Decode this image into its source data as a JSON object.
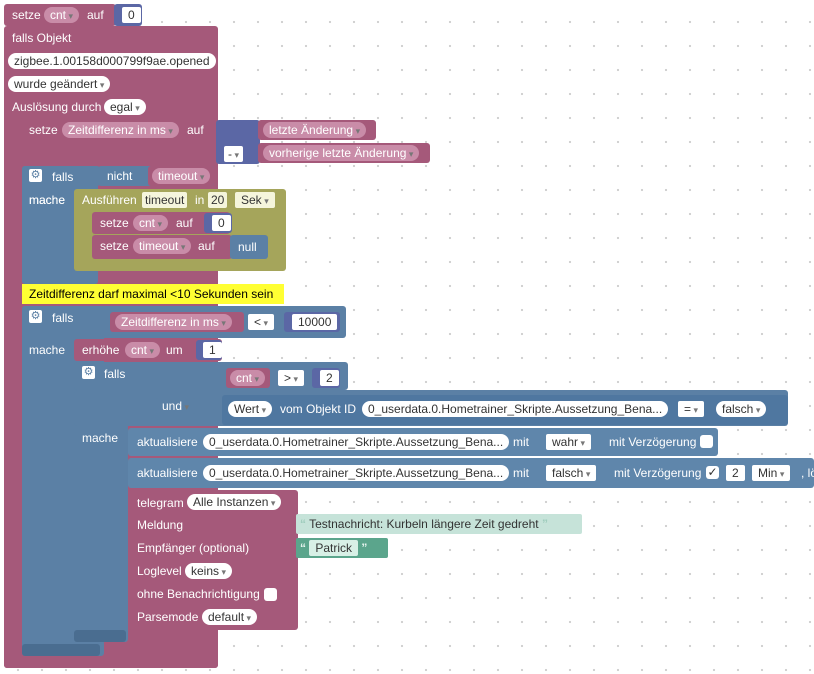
{
  "b1": {
    "setze": "setze",
    "var": "cnt",
    "auf": "auf",
    "val": "0"
  },
  "trigger": {
    "falls_objekt": "falls Objekt",
    "object_id": "zigbee.1.00158d000799f9ae.opened",
    "changed": "wurde geändert",
    "ausloesung": "Auslösung durch",
    "egal": "egal"
  },
  "b2": {
    "setze": "setze",
    "var": "Zeitdifferenz in ms",
    "auf": "auf",
    "minus": "-",
    "last": "letzte Änderung",
    "prev": "vorherige letzte Änderung"
  },
  "if1": {
    "falls": "falls",
    "mache": "mache",
    "nicht": "nicht",
    "var": "timeout"
  },
  "timer": {
    "ausfuehren": "Ausführen",
    "name": "timeout",
    "in": "in",
    "amount": "20",
    "unit": "Sek"
  },
  "set_cnt": {
    "setze": "setze",
    "var": "cnt",
    "auf": "auf",
    "val": "0"
  },
  "set_timeout": {
    "setze": "setze",
    "var": "timeout",
    "auf": "auf",
    "val": "null"
  },
  "comment": "Zeitdifferenz darf maximal <10 Sekunden sein",
  "if2": {
    "falls": "falls",
    "mache": "mache",
    "var": "Zeitdifferenz in ms",
    "op": "<",
    "val": "10000"
  },
  "inc": {
    "erhoehe": "erhöhe",
    "var": "cnt",
    "um": "um",
    "val": "1"
  },
  "if3": {
    "falls": "falls",
    "mache": "mache",
    "var": "cnt",
    "op": ">",
    "val": "2",
    "und": "und",
    "wert": "Wert",
    "vom_objekt": "vom Objekt ID",
    "obj": "0_userdata.0.Hometrainer_Skripte.Aussetzung_Bena...",
    "eq": "=",
    "falsch": "falsch"
  },
  "upd1": {
    "label": "aktualisiere",
    "obj": "0_userdata.0.Hometrainer_Skripte.Aussetzung_Bena...",
    "mit": "mit",
    "val": "wahr",
    "delay": "mit Verzögerung"
  },
  "upd2": {
    "label": "aktualisiere",
    "obj": "0_userdata.0.Hometrainer_Skripte.Aussetzung_Bena...",
    "mit": "mit",
    "val": "falsch",
    "delay": "mit Verzögerung",
    "checked": "✓",
    "amount": "2",
    "unit": "Min",
    "tail": ", lö"
  },
  "tg": {
    "telegram": "telegram",
    "instances": "Alle Instanzen",
    "meldung": "Meldung",
    "message": "Testnachricht: Kurbeln längere Zeit gedreht",
    "empfaenger": "Empfänger (optional)",
    "recipient": "Patrick",
    "loglevel": "Loglevel",
    "loglevel_val": "keins",
    "ohne": "ohne Benachrichtigung",
    "parsemode": "Parsemode",
    "parsemode_val": "default"
  },
  "colors": {
    "variables": "#a5597a",
    "logic": "#5b80a5",
    "math": "#5b67a5",
    "timer": "#a5a55b",
    "text": "#5ba58c",
    "comment": "#ffff33"
  }
}
